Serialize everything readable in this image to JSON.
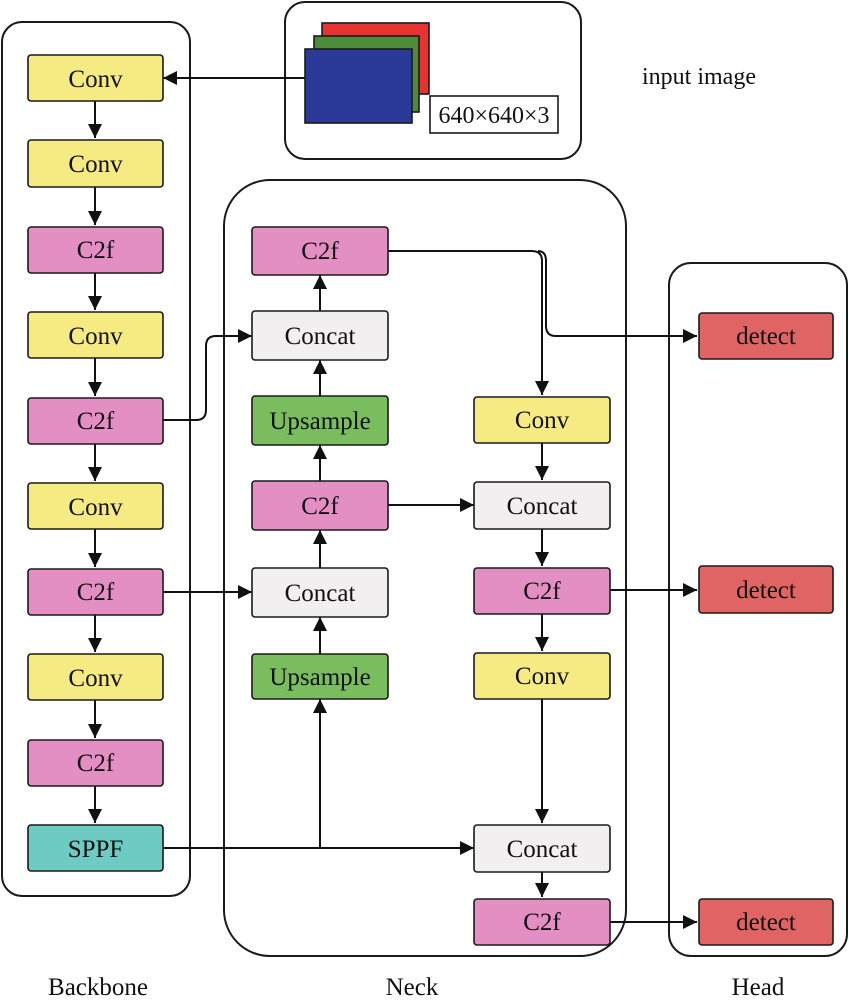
{
  "input": {
    "label": "input image",
    "dims": "640×640×3",
    "colors": {
      "red": "#e8322f",
      "green": "#4d8a3a",
      "blue": "#2b3a97"
    }
  },
  "groups": {
    "backbone": "Backbone",
    "neck": "Neck",
    "head": "Head"
  },
  "palette": {
    "conv": "#f6eb82",
    "c2f": "#e48fc3",
    "concat": "#f1efef",
    "upsample": "#79bd5f",
    "sppf": "#6ecbc3",
    "detect": "#e06464"
  },
  "nodes": {
    "b_conv1": {
      "label": "Conv",
      "kind": "conv"
    },
    "b_conv2": {
      "label": "Conv",
      "kind": "conv"
    },
    "b_c2f1": {
      "label": "C2f",
      "kind": "c2f"
    },
    "b_conv3": {
      "label": "Conv",
      "kind": "conv"
    },
    "b_c2f2": {
      "label": "C2f",
      "kind": "c2f"
    },
    "b_conv4": {
      "label": "Conv",
      "kind": "conv"
    },
    "b_c2f3": {
      "label": "C2f",
      "kind": "c2f"
    },
    "b_conv5": {
      "label": "Conv",
      "kind": "conv"
    },
    "b_c2f4": {
      "label": "C2f",
      "kind": "c2f"
    },
    "b_sppf": {
      "label": "SPPF",
      "kind": "sppf"
    },
    "n_c2f_top": {
      "label": "C2f",
      "kind": "c2f"
    },
    "n_concat1": {
      "label": "Concat",
      "kind": "concat"
    },
    "n_upsample1": {
      "label": "Upsample",
      "kind": "upsample"
    },
    "n_c2f_mid": {
      "label": "C2f",
      "kind": "c2f"
    },
    "n_concat2": {
      "label": "Concat",
      "kind": "concat"
    },
    "n_upsample2": {
      "label": "Upsample",
      "kind": "upsample"
    },
    "n_conv1": {
      "label": "Conv",
      "kind": "conv"
    },
    "n_concat3": {
      "label": "Concat",
      "kind": "concat"
    },
    "n_c2f_r1": {
      "label": "C2f",
      "kind": "c2f"
    },
    "n_conv2": {
      "label": "Conv",
      "kind": "conv"
    },
    "n_concat4": {
      "label": "Concat",
      "kind": "concat"
    },
    "n_c2f_r2": {
      "label": "C2f",
      "kind": "c2f"
    },
    "h_detect1": {
      "label": "detect",
      "kind": "detect"
    },
    "h_detect2": {
      "label": "detect",
      "kind": "detect"
    },
    "h_detect3": {
      "label": "detect",
      "kind": "detect"
    }
  },
  "edges": [
    [
      "input",
      "b_conv1"
    ],
    [
      "b_conv1",
      "b_conv2"
    ],
    [
      "b_conv2",
      "b_c2f1"
    ],
    [
      "b_c2f1",
      "b_conv3"
    ],
    [
      "b_conv3",
      "b_c2f2"
    ],
    [
      "b_c2f2",
      "b_conv4"
    ],
    [
      "b_conv4",
      "b_c2f3"
    ],
    [
      "b_c2f3",
      "b_conv5"
    ],
    [
      "b_conv5",
      "b_c2f4"
    ],
    [
      "b_c2f4",
      "b_sppf"
    ],
    [
      "b_c2f2",
      "n_concat1"
    ],
    [
      "b_c2f3",
      "n_concat2"
    ],
    [
      "b_sppf",
      "n_upsample2"
    ],
    [
      "b_sppf",
      "n_concat4"
    ],
    [
      "n_upsample2",
      "n_concat2"
    ],
    [
      "n_concat2",
      "n_c2f_mid"
    ],
    [
      "n_c2f_mid",
      "n_upsample1"
    ],
    [
      "n_upsample1",
      "n_concat1"
    ],
    [
      "n_concat1",
      "n_c2f_top"
    ],
    [
      "n_c2f_top",
      "n_conv1"
    ],
    [
      "n_c2f_top",
      "h_detect1"
    ],
    [
      "n_conv1",
      "n_concat3"
    ],
    [
      "n_c2f_mid",
      "n_concat3"
    ],
    [
      "n_concat3",
      "n_c2f_r1"
    ],
    [
      "n_c2f_r1",
      "h_detect2"
    ],
    [
      "n_c2f_r1",
      "n_conv2"
    ],
    [
      "n_conv2",
      "n_concat4"
    ],
    [
      "n_concat4",
      "n_c2f_r2"
    ],
    [
      "n_c2f_r2",
      "h_detect3"
    ]
  ]
}
